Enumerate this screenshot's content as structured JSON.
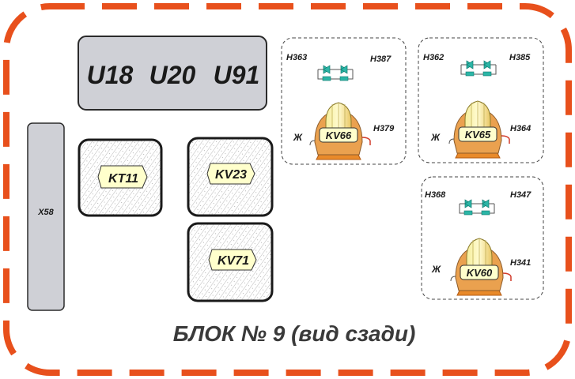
{
  "title": "БЛОК № 9 (вид сзади)",
  "u_block": {
    "labels": [
      "U18",
      "U20",
      "U91"
    ]
  },
  "connector": {
    "label": "X58"
  },
  "relays": {
    "kt11": "KT11",
    "kv23": "KV23",
    "kv71": "KV71"
  },
  "groups": [
    {
      "relay": "KV66",
      "top_left": "H363",
      "top_right": "H387",
      "side_left": "Ж",
      "side_right": "H379"
    },
    {
      "relay": "KV65",
      "top_left": "H362",
      "top_right": "H385",
      "side_left": "Ж",
      "side_right": "H364"
    },
    {
      "relay": "KV60",
      "top_left": "H368",
      "top_right": "H347",
      "side_left": "Ж",
      "side_right": "H341"
    }
  ],
  "colors": {
    "border_dash": "#e8501c",
    "gray_block": "#cfd0d6",
    "relay_label_bg": "#ffffcc",
    "coil_orange": "#e9a34d",
    "coil_yellow": "#f2e27a",
    "contact_teal": "#2bb5a6",
    "wire_red": "#d13a2a"
  }
}
